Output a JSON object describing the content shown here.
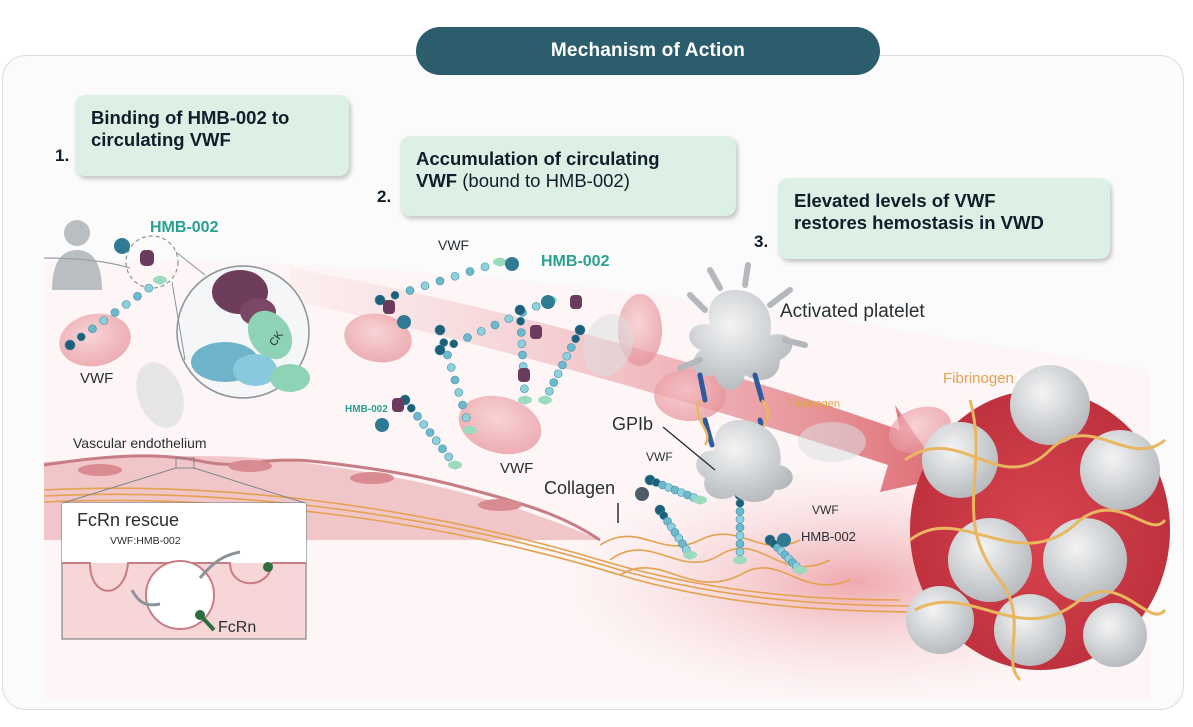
{
  "header": {
    "title": "Mechanism of Action"
  },
  "steps": [
    {
      "number": "1.",
      "text_bold": "Binding of HMB-002 to circulating VWF",
      "text_normal": ""
    },
    {
      "number": "2.",
      "text_bold_line1": "Accumulation of circulating",
      "text_bold_line2": "VWF",
      "text_normal": " (bound to HMB-002)"
    },
    {
      "number": "3.",
      "text_bold_line1": "Elevated levels of VWF",
      "text_bold_line2": "restores hemostasis in VWD"
    }
  ],
  "labels": {
    "hmb002_top": "HMB-002",
    "hmb002_mid": "HMB-002",
    "hmb002_small_left": "HMB-002",
    "hmb002_small_right": "HMB-002",
    "vwf_left": "VWF",
    "vwf_mid_top": "VWF",
    "vwf_mid_bottom": "VWF",
    "vwf_collagen": "VWF",
    "vwf_right": "VWF",
    "ck": "CK",
    "activated_platelet": "Activated platelet",
    "fibrinogen_small": "Fibrinogen",
    "fibrinogen_large": "Fibrinogen",
    "gpib": "GPIb",
    "collagen": "Collagen",
    "vascular_endothelium": "Vascular endothelium",
    "fcrn_rescue": "FcRn rescue",
    "vwf_hmb002": "VWF:HMB-002",
    "fcrn": "FcRn"
  },
  "colors": {
    "header_bg": "#2c5d6d",
    "box_bg": "#dcf0e6",
    "teal_text": "#2aa190",
    "orange": "#e3a24f",
    "vessel": "#e9a0a4",
    "arrow": "#d9545e"
  }
}
